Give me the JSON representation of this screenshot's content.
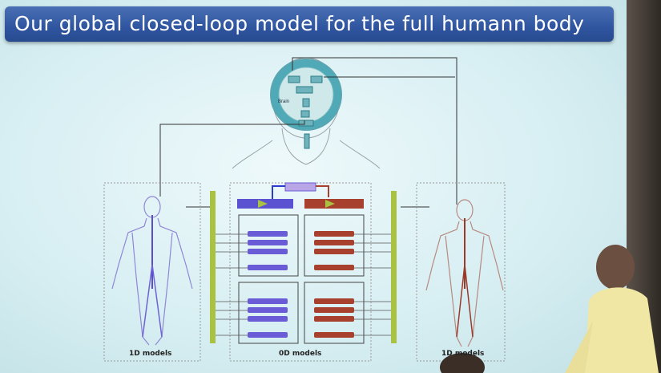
{
  "slide": {
    "title": "Our global closed-loop model for the full humann body",
    "head_labels": {
      "brain": "Brain"
    },
    "labels": {
      "left_models": "1D models",
      "center_models": "0D models",
      "right_models": "1D models"
    }
  },
  "colors": {
    "title_bar": "#2f55a0",
    "zero_d_left": "#6a5cd6",
    "zero_d_right": "#a8402e",
    "green_bars": "#a9c241",
    "vessels_left": "#6f62d6",
    "vessels_right": "#9a3a2a"
  }
}
